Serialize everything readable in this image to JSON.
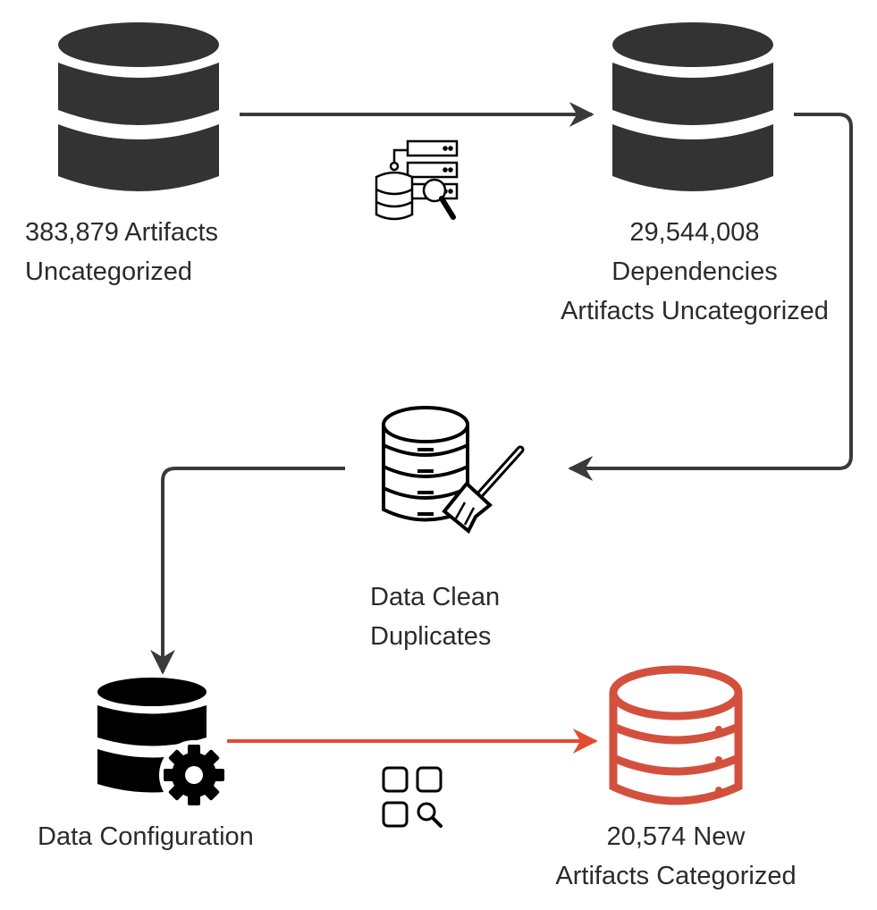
{
  "nodes": {
    "source_db": {
      "icon": "database-icon",
      "lines": [
        "383,879 Artifacts",
        "Uncategorized"
      ]
    },
    "deps_db": {
      "icon": "database-icon",
      "lines": [
        "29,544,008",
        "Dependencies",
        "Artifacts Uncategorized"
      ]
    },
    "clean_db": {
      "icon": "database-broom-icon",
      "lines": [
        "Data Clean",
        "Duplicates"
      ]
    },
    "config_db": {
      "icon": "database-gear-icon",
      "lines": [
        "Data Configuration"
      ]
    },
    "result_db": {
      "icon": "database-outline-icon",
      "lines": [
        "20,574 New",
        "Artifacts Categorized"
      ]
    }
  },
  "edge_icons": {
    "dependency_search": "server-search-icon",
    "category_search": "grid-search-icon"
  },
  "colors": {
    "flow": "#3a3a3a",
    "highlight": "#e64a2e",
    "result": "#d4503e",
    "database": "#333333",
    "outline": "#000000"
  }
}
